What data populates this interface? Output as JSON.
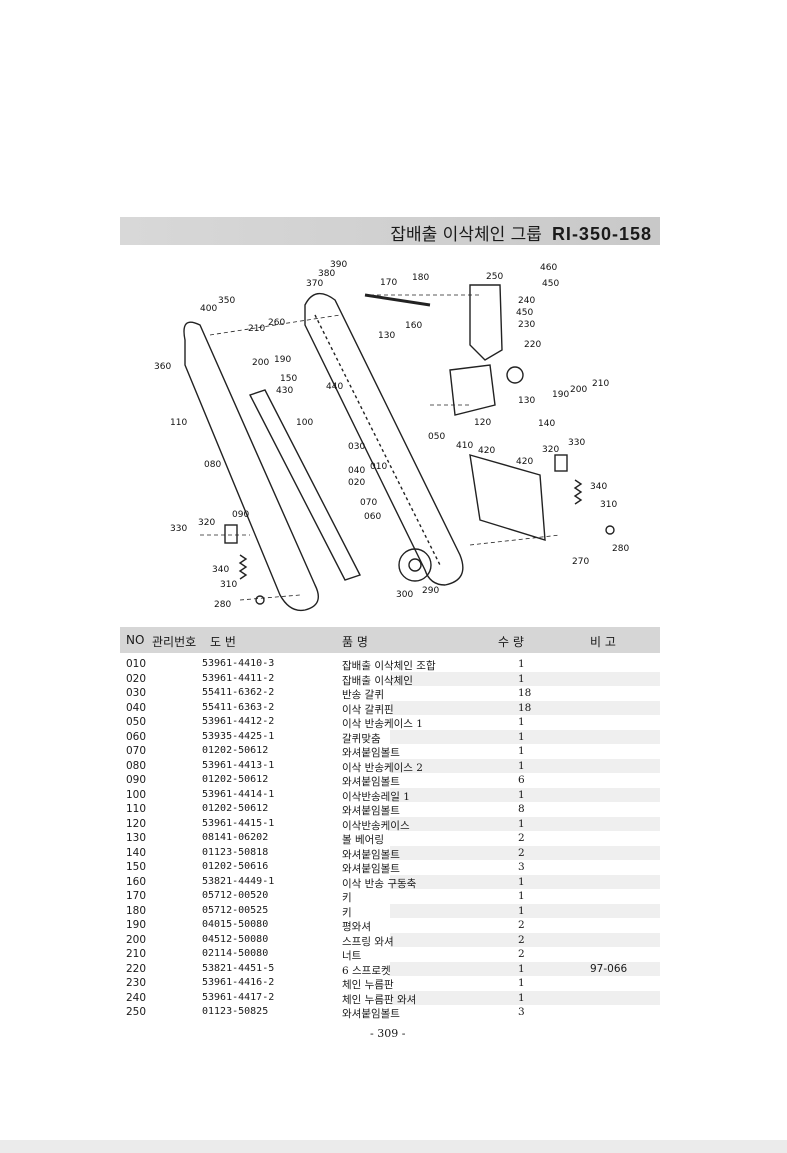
{
  "header": {
    "title_ko": "잡배출 이삭체인 그룹",
    "code": "RI-350-158"
  },
  "diagram": {
    "labels": [
      "390",
      "380",
      "370",
      "170",
      "180",
      "250",
      "460",
      "450",
      "240",
      "450",
      "230",
      "350",
      "400",
      "210",
      "260",
      "130",
      "160",
      "220",
      "360",
      "200",
      "190",
      "150",
      "430",
      "440",
      "210",
      "200",
      "190",
      "130",
      "120",
      "140",
      "110",
      "100",
      "050",
      "030",
      "040",
      "010",
      "020",
      "410",
      "420",
      "320",
      "330",
      "420",
      "080",
      "340",
      "310",
      "070",
      "060",
      "090",
      "320",
      "330",
      "280",
      "270",
      "340",
      "310",
      "280",
      "300",
      "290"
    ]
  },
  "table": {
    "headers": {
      "no": "NO",
      "mgmt": "관리번호",
      "part": "도     번",
      "name": "품          명",
      "qty": "수     량",
      "note": "비     고"
    },
    "rows": [
      {
        "no": "010",
        "part": "53961-4410-3",
        "name": "잡배출 이삭체인 조합",
        "qty": "1",
        "note": ""
      },
      {
        "no": "020",
        "part": "53961-4411-2",
        "name": "잡배출 이삭체인",
        "qty": "1",
        "note": ""
      },
      {
        "no": "030",
        "part": "55411-6362-2",
        "name": "반송 갈퀴",
        "qty": "18",
        "note": ""
      },
      {
        "no": "040",
        "part": "55411-6363-2",
        "name": "이삭 갈퀴핀",
        "qty": "18",
        "note": ""
      },
      {
        "no": "050",
        "part": "53961-4412-2",
        "name": "이삭 반송케이스 1",
        "qty": "1",
        "note": ""
      },
      {
        "no": "060",
        "part": "53935-4425-1",
        "name": "갈퀴맞춤",
        "qty": "1",
        "note": ""
      },
      {
        "no": "070",
        "part": "01202-50612",
        "name": "와셔붙임볼트",
        "qty": "1",
        "note": ""
      },
      {
        "no": "080",
        "part": "53961-4413-1",
        "name": "이삭 반송케이스 2",
        "qty": "1",
        "note": ""
      },
      {
        "no": "090",
        "part": "01202-50612",
        "name": "와셔붙임볼트",
        "qty": "6",
        "note": ""
      },
      {
        "no": "100",
        "part": "53961-4414-1",
        "name": "이삭반송레일 1",
        "qty": "1",
        "note": ""
      },
      {
        "no": "110",
        "part": "01202-50612",
        "name": "와셔붙임볼트",
        "qty": "8",
        "note": ""
      },
      {
        "no": "120",
        "part": "53961-4415-1",
        "name": "이삭반송케이스",
        "qty": "1",
        "note": ""
      },
      {
        "no": "130",
        "part": "08141-06202",
        "name": "볼 베어링",
        "qty": "2",
        "note": ""
      },
      {
        "no": "140",
        "part": "01123-50818",
        "name": "와셔붙임볼트",
        "qty": "2",
        "note": ""
      },
      {
        "no": "150",
        "part": "01202-50616",
        "name": "와셔붙임볼트",
        "qty": "3",
        "note": ""
      },
      {
        "no": "160",
        "part": "53821-4449-1",
        "name": "이삭 반송 구동축",
        "qty": "1",
        "note": ""
      },
      {
        "no": "170",
        "part": "05712-00520",
        "name": "키",
        "qty": "1",
        "note": ""
      },
      {
        "no": "180",
        "part": "05712-00525",
        "name": "키",
        "qty": "1",
        "note": ""
      },
      {
        "no": "190",
        "part": "04015-50080",
        "name": "평와셔",
        "qty": "2",
        "note": ""
      },
      {
        "no": "200",
        "part": "04512-50080",
        "name": "스프링 와셔",
        "qty": "2",
        "note": ""
      },
      {
        "no": "210",
        "part": "02114-50080",
        "name": "너트",
        "qty": "2",
        "note": ""
      },
      {
        "no": "220",
        "part": "53821-4451-5",
        "name": "6 스프로켓",
        "qty": "1",
        "note": "97-066"
      },
      {
        "no": "230",
        "part": "53961-4416-2",
        "name": "체인 누름판",
        "qty": "1",
        "note": ""
      },
      {
        "no": "240",
        "part": "53961-4417-2",
        "name": "체인 누름판 와셔",
        "qty": "1",
        "note": ""
      },
      {
        "no": "250",
        "part": "01123-50825",
        "name": "와셔붙임볼트",
        "qty": "3",
        "note": ""
      }
    ]
  },
  "page_number": "- 309 -"
}
